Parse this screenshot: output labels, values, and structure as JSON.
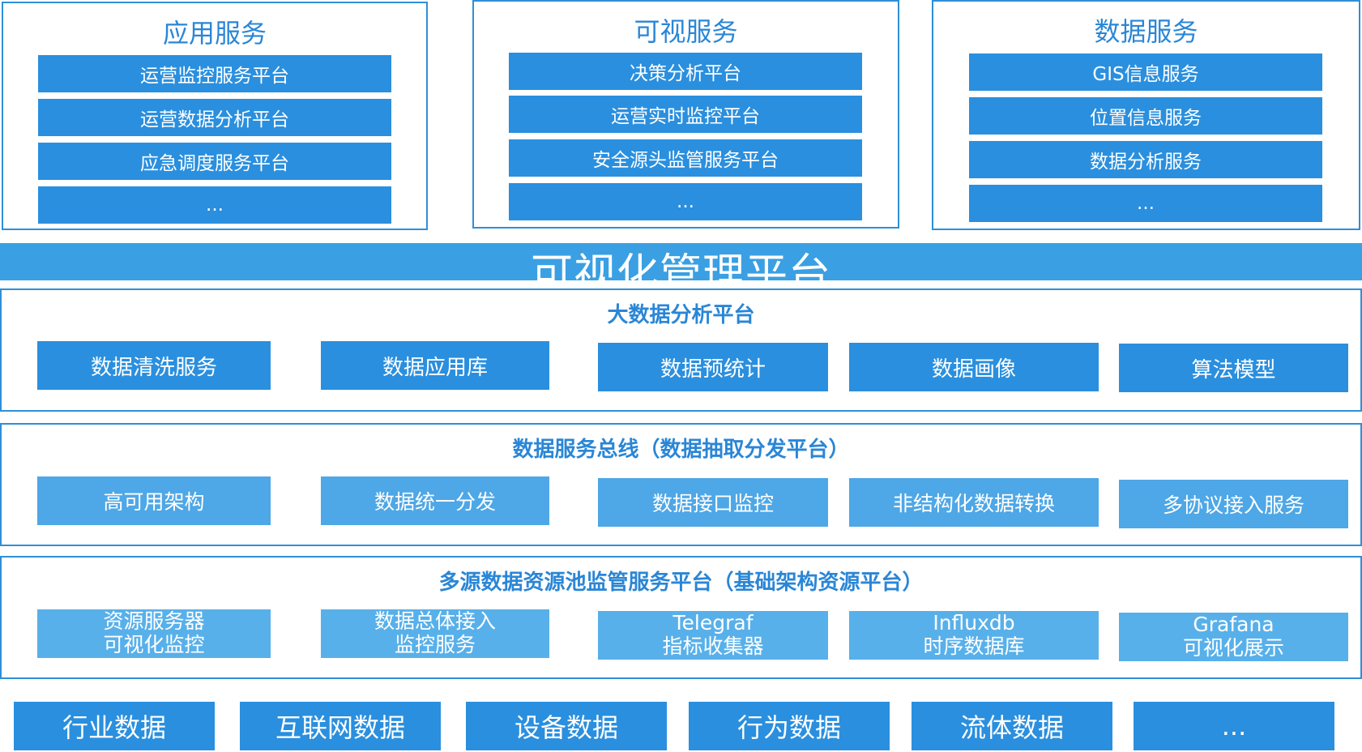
{
  "services": [
    {
      "title": "应用服务",
      "items": [
        "运营监控服务平台",
        "运营数据分析平台",
        "应急调度服务平台",
        "..."
      ]
    },
    {
      "title": "可视服务",
      "items": [
        "决策分析平台",
        "运营实时监控平台",
        "安全源头监管服务平台",
        "..."
      ]
    },
    {
      "title": "数据服务",
      "items": [
        "GIS信息服务",
        "位置信息服务",
        "数据分析服务",
        "..."
      ]
    }
  ],
  "management": {
    "title": "可视化管理平台"
  },
  "analysis": {
    "title": "大数据分析平台",
    "items": [
      "数据清洗服务",
      "数据应用库",
      "数据预统计",
      "数据画像",
      "算法模型"
    ]
  },
  "bus": {
    "title": "数据服务总线（数据抽取分发平台）",
    "items": [
      "高可用架构",
      "数据统一分发",
      "数据接口监控",
      "非结构化数据转换",
      "多协议接入服务"
    ]
  },
  "pool": {
    "title": "多源数据资源池监管服务平台（基础架构资源平台）",
    "items": [
      {
        "line1": "资源服务器",
        "line2": "可视化监控"
      },
      {
        "line1": "数据总体接入",
        "line2": "监控服务"
      },
      {
        "line1": "Telegraf",
        "line2": "指标收集器"
      },
      {
        "line1": "Influxdb",
        "line2": "时序数据库"
      },
      {
        "line1": "Grafana",
        "line2": "可视化展示"
      }
    ]
  },
  "sources": [
    "行业数据",
    "互联网数据",
    "设备数据",
    "行为数据",
    "流体数据",
    "..."
  ],
  "colors": {
    "primary": "#2a8fde",
    "border": "#2f8fd8",
    "title": "#2a86d6",
    "bar": "#3aa0e3"
  }
}
